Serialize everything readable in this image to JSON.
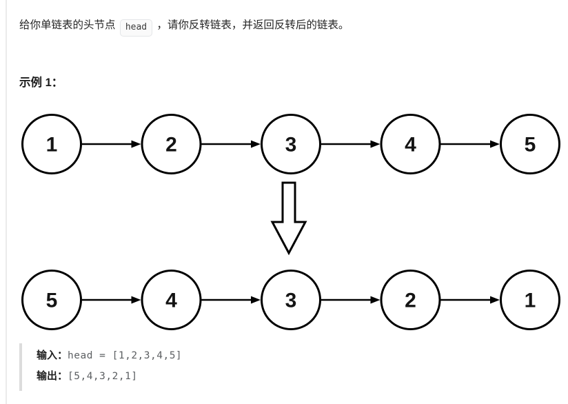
{
  "problem": {
    "statement_before": "给你单链表的头节点 ",
    "inline_code": "head",
    "statement_after": " ，请你反转链表，并返回反转后的链表。",
    "example_label": "示例 1："
  },
  "diagram": {
    "type": "linked-list-reversal",
    "top_list": [
      1,
      2,
      3,
      4,
      5
    ],
    "bottom_list": [
      5,
      4,
      3,
      2,
      1
    ],
    "node_fill": "#ffffff",
    "node_stroke": "#000000",
    "arrow_color": "#000000",
    "down_arrow_style": "hollow-outline"
  },
  "example_io": {
    "input_label": "输入：",
    "input_value": "head = [1,2,3,4,5]",
    "output_label": "输出：",
    "output_value": "[5,4,3,2,1]"
  },
  "colors": {
    "text": "#262626",
    "mono_value": "#5c5f62",
    "divider": "#ebebeb",
    "badge_bg": "#fafafa",
    "badge_border": "#e4e6e8",
    "quote_bar": "#dcdcdc"
  }
}
